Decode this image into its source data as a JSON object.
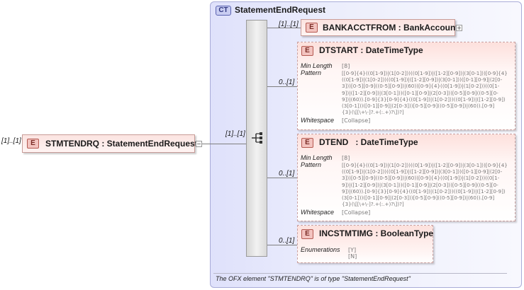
{
  "root": {
    "occurrence": "[1]..[1]",
    "icon": "E",
    "label": "STMTENDRQ : StatementEndRequest",
    "seq_occurrence": "[1]..[1]"
  },
  "complex_type": {
    "icon": "CT",
    "title": "StatementEndRequest",
    "footer": "The OFX element \"STMTENDRQ\" is of type \"StatementEndRequest\""
  },
  "elements": {
    "bankacctfrom": {
      "occurrence": "[1]..[1]",
      "icon": "E",
      "label": "BANKACCTFROM : BankAccount"
    },
    "dtstart": {
      "occurrence": "0..[1]",
      "icon": "E",
      "label": "DTSTART : DateTimeType",
      "minlen_label": "Min Length",
      "minlen_value": "[8]",
      "pattern_label": "Pattern",
      "pattern_value": "[[0-9]{4}((0[1-9])|(1[0-2]))((0[1-9])|([1-2][0-9])|(3[0-1]))[0-9]{4}\n((0[1-9])|(1[0-2]))((0[1-9])|([1-2][0-9])|(3[0-1]))([0-1][0-9]|(2[0-\n3]))[0-5][0-9]((0-5][0-9])|(60))[0-9]{4}((0[1-9])|(1[0-2]))((0[1-\n9])|([1-2][0-9])|(3[0-1]))([0-1][0-9]|(2[0-3]))[0-5][0-9]((0-5][0-\n9])|(60)).[0-9]{3}[0-9]{4}((0[1-9])|(1[0-2]))((0[1-9])|([1-2][0-9])\n(3[0-1]))([0-1][0-9]|(2[0-3]))[0-5][0-9]((0-5][0-9])|(60)).[0-9]\n{3}(\\[[\\+\\-]?.+(:.+)?\\])?]",
      "whitespace_label": "Whitespace",
      "whitespace_value": "[Collapse]"
    },
    "dtend": {
      "occurrence": "0..[1]",
      "icon": "E",
      "label": "DTEND   : DateTimeType",
      "minlen_label": "Min Length",
      "minlen_value": "[8]",
      "pattern_label": "Pattern",
      "pattern_value": "[[0-9]{4}((0[1-9])|(1[0-2]))((0[1-9])|([1-2][0-9])|(3[0-1]))[0-9]{4}\n((0[1-9])|(1[0-2]))((0[1-9])|([1-2][0-9])|(3[0-1]))([0-1][0-9]|(2[0-\n3]))[0-5][0-9]((0-5][0-9])|(60))[0-9]{4}((0[1-9])|(1[0-2]))((0[1-\n9])|([1-2][0-9])|(3[0-1]))([0-1][0-9]|(2[0-3]))[0-5][0-9]((0-5][0-\n9])|(60)).[0-9]{3}[0-9]{4}((0[1-9])|(1[0-2]))((0[1-9])|([1-2][0-9])\n(3[0-1]))([0-1][0-9]|(2[0-3]))[0-5][0-9]((0-5][0-9])|(60)).[0-9]\n{3}(\\[[\\+\\-]?.+(:.+)?\\])?]",
      "whitespace_label": "Whitespace",
      "whitespace_value": "[Collapse]"
    },
    "incstmtimg": {
      "occurrence": "0..[1]",
      "icon": "E",
      "label": "INCSTMTIMG : BooleanType",
      "enum_label": "Enumerations",
      "enum_value_1": "[Y]",
      "enum_value_2": "[N]"
    }
  }
}
